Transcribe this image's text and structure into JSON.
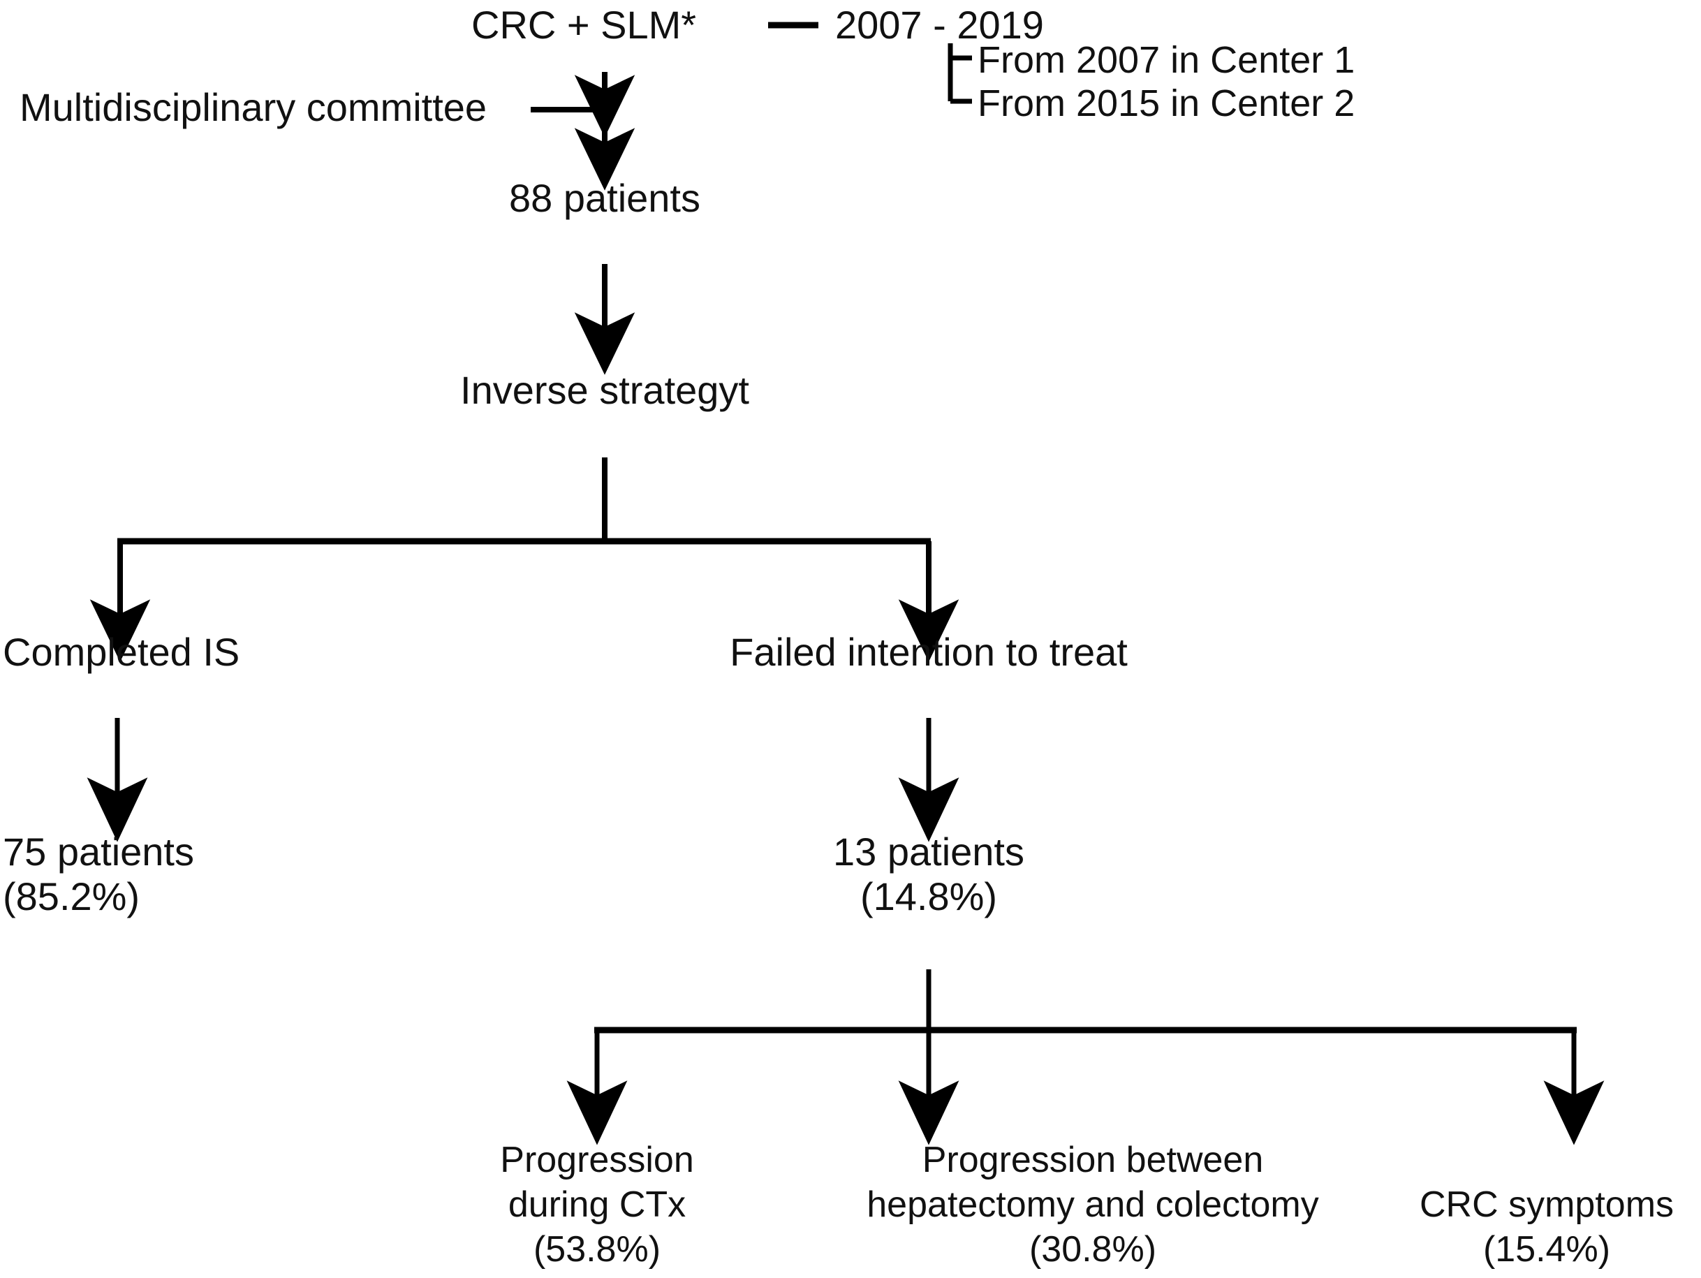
{
  "diagram": {
    "title": "Inverse strategy patient flow diagram",
    "accent_color": "#000000",
    "background_color": "#ffffff"
  },
  "header": {
    "cohort_label": "CRC + SLM*",
    "period_label": "2007 - 2019",
    "period_details": [
      "From 2007 in Center 1",
      "From 2015 in Center 2"
    ],
    "committee_label": "Multidisciplinary committee"
  },
  "nodes": {
    "enrolled": "88 patients",
    "strategy": "Inverse strategyt",
    "branch_left": "Completed IS",
    "branch_right": "Failed intention to treat",
    "left_count_line1": "75 patients",
    "left_count_line2": "(85.2%)",
    "right_count_line1": "13 patients",
    "right_count_line2": "(14.8%)"
  },
  "failure_reasons": [
    {
      "line1": "Progression",
      "line2": "during CTx",
      "percent": "(53.8%)"
    },
    {
      "line1": "Progression between",
      "line2": "hepatectomy and colectomy",
      "percent": "(30.8%)"
    },
    {
      "line1": "CRC symptoms",
      "line2": "",
      "percent": "(15.4%)"
    }
  ],
  "chart_data": {
    "type": "diagram",
    "title": "Inverse strategy patient flow",
    "total_patients": 88,
    "period": "2007 - 2019",
    "centers": [
      {
        "name": "Center 1",
        "start_year": 2007
      },
      {
        "name": "Center 2",
        "start_year": 2015
      }
    ],
    "outcomes": [
      {
        "label": "Completed IS",
        "n": 75,
        "percent": 85.2
      },
      {
        "label": "Failed intention to treat",
        "n": 13,
        "percent": 14.8
      }
    ],
    "failure_breakdown": [
      {
        "label": "Progression during CTx",
        "percent": 53.8
      },
      {
        "label": "Progression between hepatectomy and colectomy",
        "percent": 30.8
      },
      {
        "label": "CRC symptoms",
        "percent": 15.4
      }
    ]
  }
}
